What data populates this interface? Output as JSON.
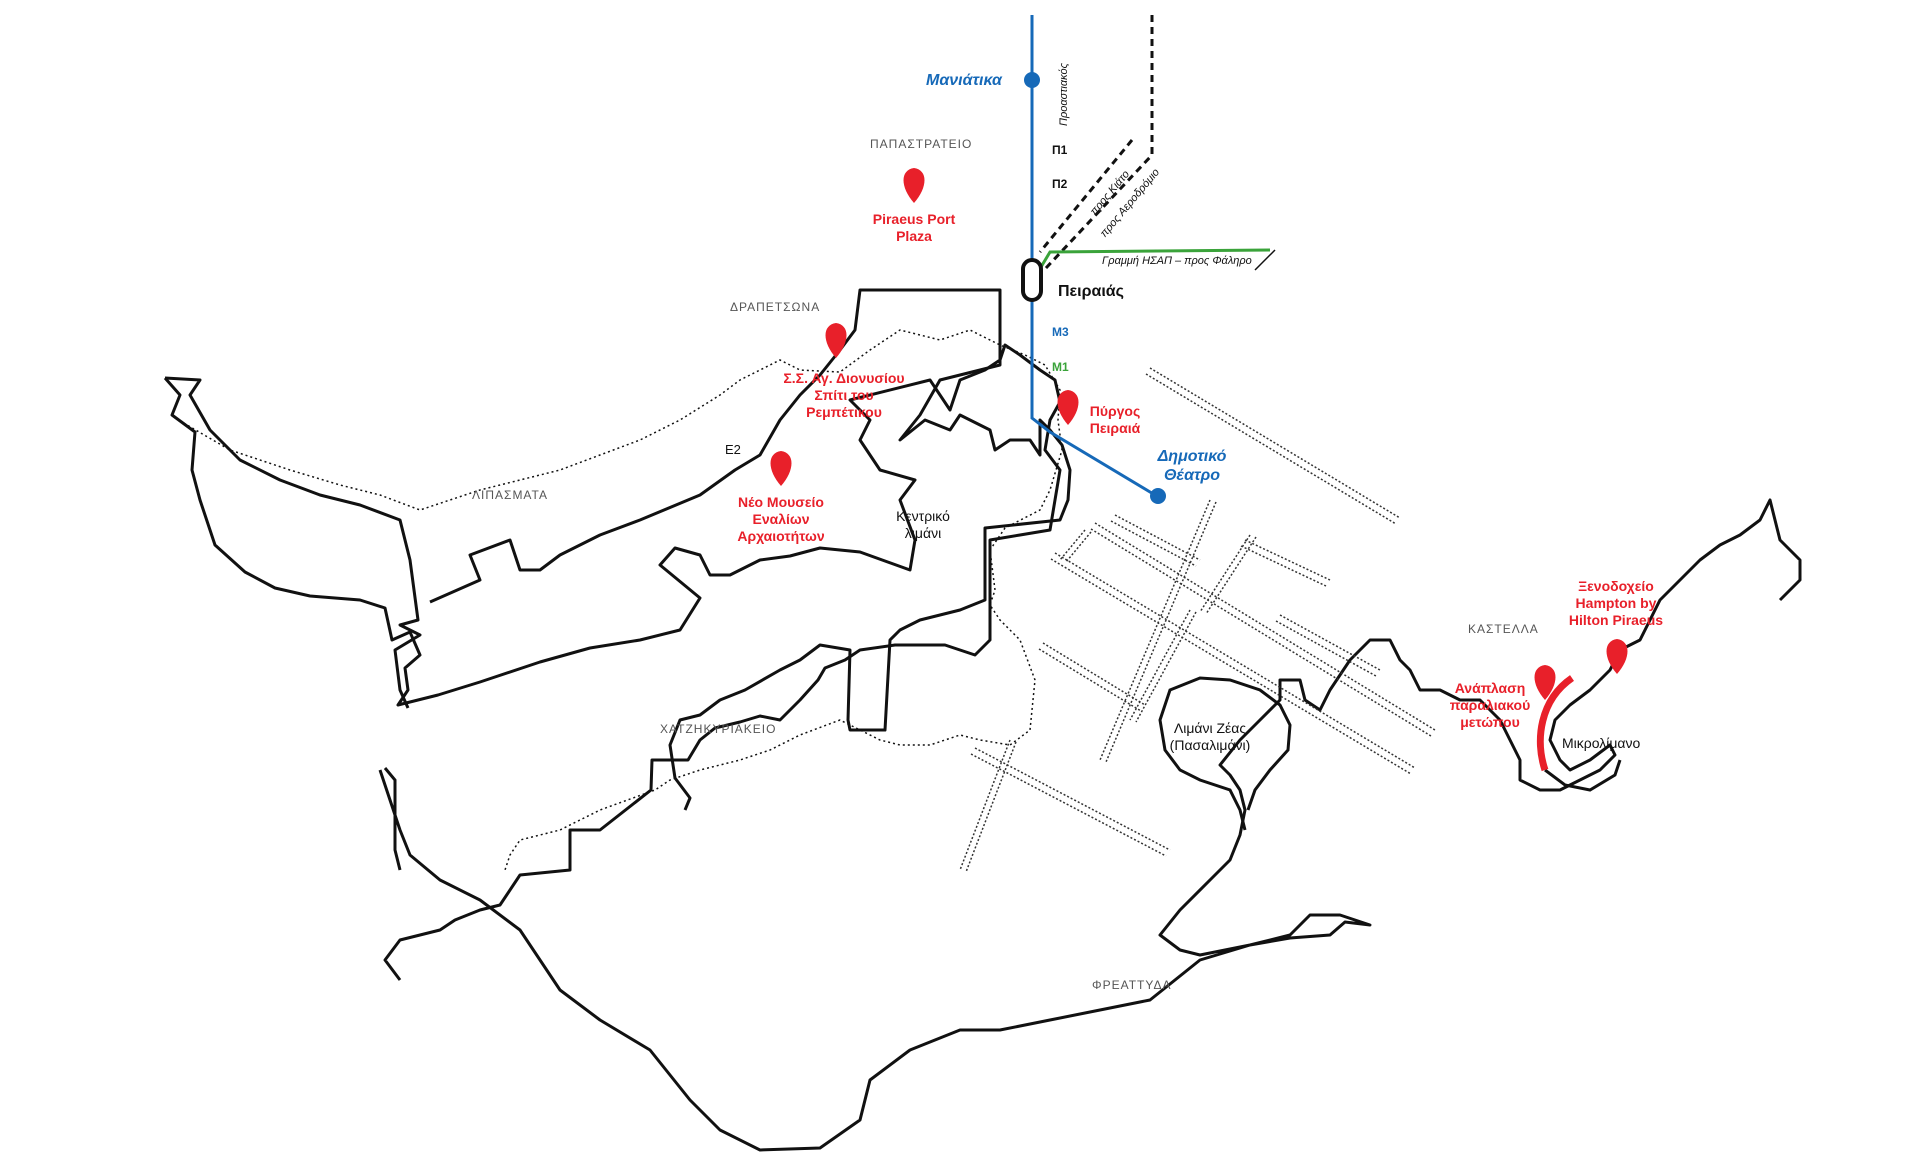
{
  "colors": {
    "metro_blue": "#1669b8",
    "metro_green": "#3aa33a",
    "poi_red": "#e8202a",
    "coast": "#111111"
  },
  "districts": {
    "papastrateio": "ΠΑΠΑΣΤΡΑΤΕΙΟ",
    "drapetsona": "ΔΡΑΠΕΤΣΩΝΑ",
    "lipasmata": "ΛΙΠΑΣΜΑΤΑ",
    "chatzikyriakeio": "ΧΑΤΖΗΚΥΡΙΑΚΕΙΟ",
    "kastella": "ΚΑΣΤΕΛΛΑ",
    "freattyda": "ΦΡΕΑΤΤΥΔΑ"
  },
  "stations": {
    "maniatika": "Μανιάτικα",
    "dimotiko_line1": "Δημοτικό",
    "dimotiko_line2": "Θέατρο",
    "peiraias": "Πειραιάς"
  },
  "lines": {
    "proastiakos": "Προαστιακός",
    "p1": "Π1",
    "p2": "Π2",
    "pros_kiato": "προς Κιάτο",
    "pros_aerodromio": "προς Αεροδρόμιο",
    "isap": "Γραμμή ΗΣΑΠ – προς Φάληρο",
    "m3": "Μ3",
    "m1": "Μ1",
    "e2": "Ε2"
  },
  "pois": {
    "port_plaza_1": "Piraeus Port",
    "port_plaza_2": "Plaza",
    "agdionysiou_1": "Σ.Σ. Αγ. Διονυσίου",
    "agdionysiou_2": "Σπίτι του",
    "agdionysiou_3": "Ρεμπέτικου",
    "pyrgos_1": "Πύργος",
    "pyrgos_2": "Πειραιά",
    "mouseio_1": "Νέο Μουσείο",
    "mouseio_2": "Εναλίων",
    "mouseio_3": "Αρχαιοτήτων",
    "hampton_1": "Ξενοδοχείο",
    "hampton_2": "Hampton by",
    "hampton_3": "Hilton Piraeus",
    "anaplasi_1": "Ανάπλαση",
    "anaplasi_2": "παραλιακού",
    "anaplasi_3": "μετώπου"
  },
  "places": {
    "kentriko_1": "Κεντρικό",
    "kentriko_2": "λιμάνι",
    "zeas_1": "Λιμάνι Ζέας",
    "zeas_2": "(Πασαλιμάνι)",
    "mikrolimano": "Μικρολίμανο"
  }
}
